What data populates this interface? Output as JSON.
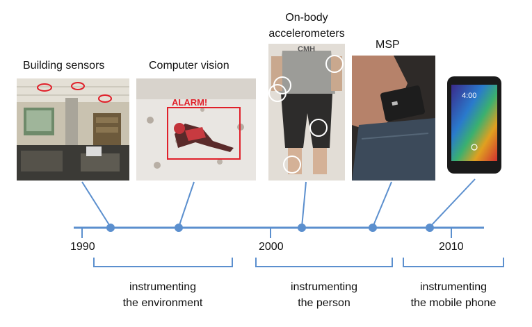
{
  "labels": {
    "building": "Building sensors",
    "vision": "Computer vision",
    "onbody_1": "On-body",
    "onbody_2": "accelerometers",
    "msp": "MSP"
  },
  "photo_text": {
    "alarm": "ALARM!",
    "shirt": "CMH",
    "phone_time": "4:00"
  },
  "years": [
    "1990",
    "2000",
    "2010"
  ],
  "groups": [
    {
      "line1": "instrumenting",
      "line2": "the environment"
    },
    {
      "line1": "instrumenting",
      "line2": "the person"
    },
    {
      "line1": "instrumenting",
      "line2": "the mobile phone"
    }
  ],
  "colors": {
    "timeline": "#5b8fce",
    "node": "#5b8fce",
    "bracket": "#5b8fce",
    "alarm": "#e0202a"
  }
}
